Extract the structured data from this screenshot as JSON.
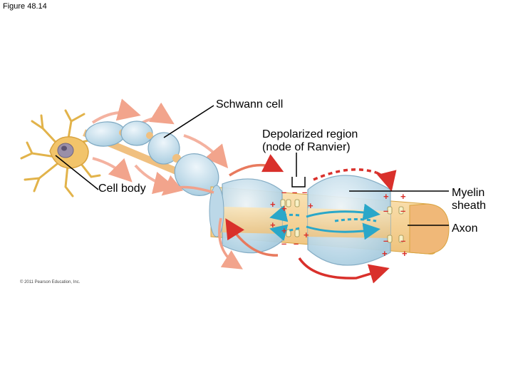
{
  "figure": {
    "title": "Figure 48.14",
    "copyright": "© 2011 Pearson Education, Inc."
  },
  "labels": {
    "schwann_cell": "Schwann cell",
    "depolarized_line1": "Depolarized region",
    "depolarized_line2": "(node of Ranvier)",
    "cell_body": "Cell body",
    "myelin_line1": "Myelin",
    "myelin_line2": "sheath",
    "axon": "Axon"
  },
  "charges": {
    "plus": "+",
    "minus": "–"
  },
  "colors": {
    "myelin": "#cfe3ee",
    "axon": "#f6d9a0",
    "axon_tip": "#f0b878",
    "cell_body": "#f2c46a",
    "current_arrow": "#2aa7c9",
    "outer_arrow_red": "#d9302b",
    "faded_arrow": "#f4b2a0",
    "plus_color": "#d9302b",
    "minus_color": "#d9302b"
  }
}
